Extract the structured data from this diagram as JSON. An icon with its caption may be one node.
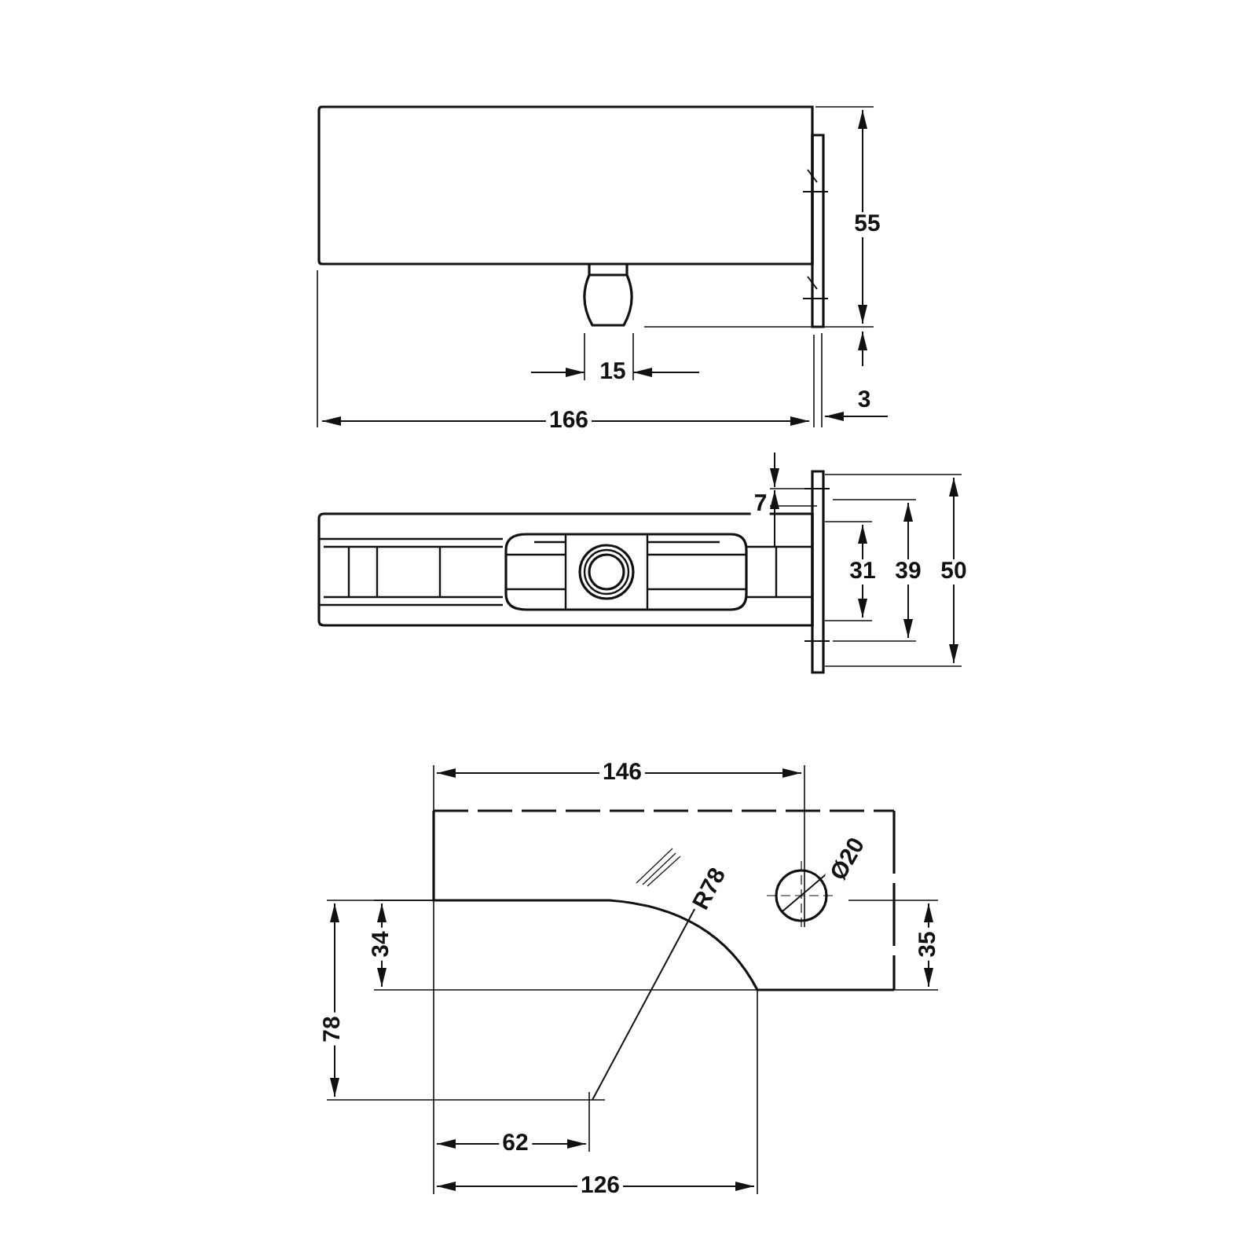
{
  "diagram": {
    "labels": [
      "55",
      "15",
      "3",
      "166",
      "7",
      "31",
      "39",
      "50",
      "146",
      "Ø20",
      "R78",
      "34",
      "35",
      "78",
      "62",
      "126"
    ]
  }
}
